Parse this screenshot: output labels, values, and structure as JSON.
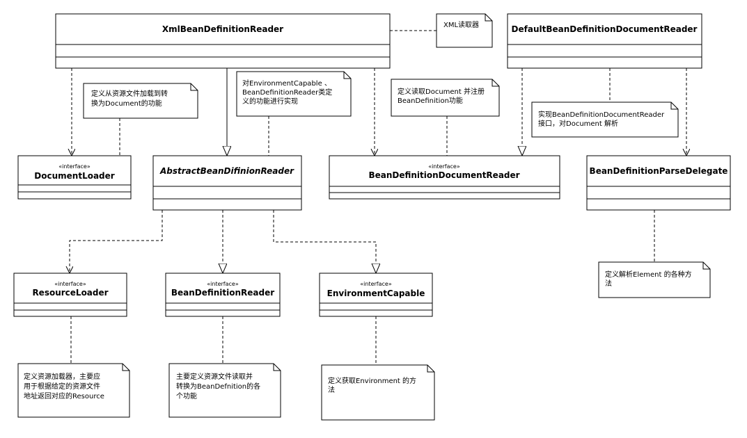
{
  "classes": {
    "xml_reader": {
      "name": "XmlBeanDefinitionReader"
    },
    "default_doc_reader": {
      "name": "DefaultBeanDefinitionDocumentReader"
    },
    "document_loader": {
      "stereotype": "«interface»",
      "name": "DocumentLoader"
    },
    "abstract_reader": {
      "name": "AbstractBeanDifinionReader"
    },
    "bean_def_doc_reader": {
      "stereotype": "«interface»",
      "name": "BeanDefinitionDocumentReader"
    },
    "parse_delegate": {
      "name": "BeanDefinitionParseDelegate"
    },
    "resource_loader": {
      "stereotype": "«interface»",
      "name": "ResourceLoader"
    },
    "bean_def_reader": {
      "stereotype": "«interface»",
      "name": "BeanDefinitionReader"
    },
    "environment_capable": {
      "stereotype": "«interface»",
      "name": "EnvironmentCapable"
    }
  },
  "notes": {
    "xml_reader_note": [
      "XML读取器"
    ],
    "document_loader_note": [
      "定义从资源文件加载到转",
      "换为Document的功能"
    ],
    "abstract_reader_note": [
      "对EnvironmentCapable 、",
      "BeanDefinitionReader类定",
      "义的功能进行实现"
    ],
    "doc_reader_note": [
      "定义读取Document 并注册",
      "BeanDefinition功能"
    ],
    "default_doc_reader_note": [
      "实现BeanDefinitionDocumentReader",
      "接口，对Document 解析"
    ],
    "parse_delegate_note": [
      "定义解析Element 的各种方",
      "法"
    ],
    "resource_loader_note": [
      "定义资源加载器，主要应",
      "用于根据给定的资源文件",
      "地址返回对应的Resource"
    ],
    "bean_def_reader_note": [
      "主要定义资源文件读取并",
      "转换为BeanDefnition的各",
      "个功能"
    ],
    "environment_capable_note": [
      "定义获取Environment 的方",
      "法"
    ]
  }
}
